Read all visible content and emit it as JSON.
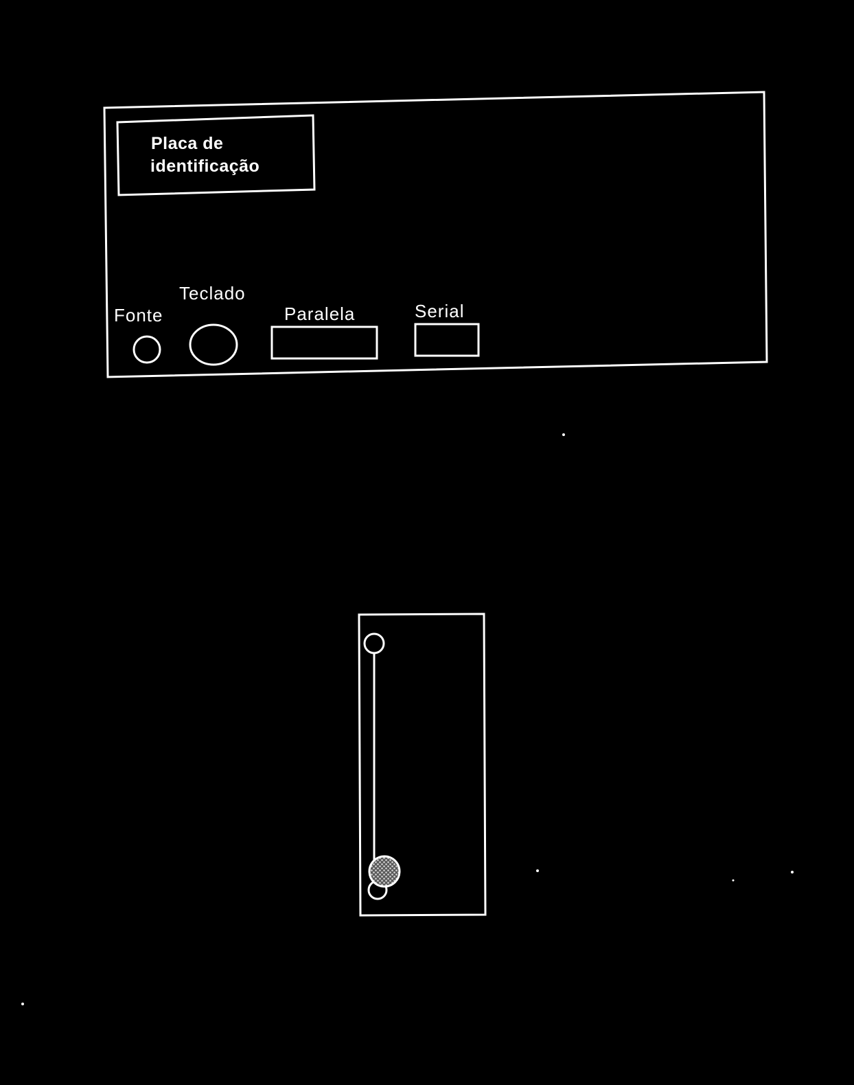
{
  "back_panel": {
    "plate_label_line1": "Placa de",
    "plate_label_line2": "identificação",
    "ports": {
      "power": "Fonte",
      "keyboard": "Teclado",
      "parallel": "Paralela",
      "serial": "Serial"
    }
  },
  "colors": {
    "background": "#000000",
    "line": "#ffffff",
    "indicator_fill": "#9a9a9a"
  },
  "icons": {
    "power_connector": "circle",
    "keyboard_connector": "circle",
    "parallel_connector": "rectangle",
    "serial_connector": "rectangle",
    "slider_top_knob": "circle",
    "slider_bottom_knob": "hatched-circle"
  }
}
